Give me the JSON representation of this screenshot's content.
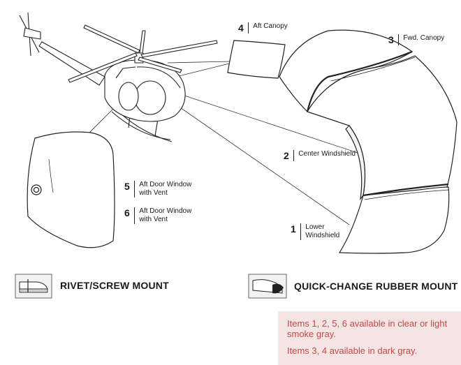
{
  "labels": [
    {
      "num": "4",
      "lines": [
        "Aft Canopy"
      ]
    },
    {
      "num": "3",
      "lines": [
        "Fwd. Canopy"
      ]
    },
    {
      "num": "2",
      "lines": [
        "Center Windshield"
      ]
    },
    {
      "num": "1",
      "lines": [
        "Lower",
        "Windshield"
      ]
    },
    {
      "num": "5",
      "lines": [
        "Aft Door Window",
        "with Vent"
      ]
    },
    {
      "num": "6",
      "lines": [
        "Aft Door Window",
        "with Vent"
      ]
    }
  ],
  "mounts": {
    "rivet": "RIVET/SCREW MOUNT",
    "rubber": "QUICK-CHANGE RUBBER MOUNT"
  },
  "note": {
    "line1": "Items 1, 2, 5, 6 available in clear or light smoke gray.",
    "line2": "Items 3, 4 available in dark gray."
  },
  "colors": {
    "note_bg": "#f4e4e4",
    "note_text": "#c24848"
  }
}
